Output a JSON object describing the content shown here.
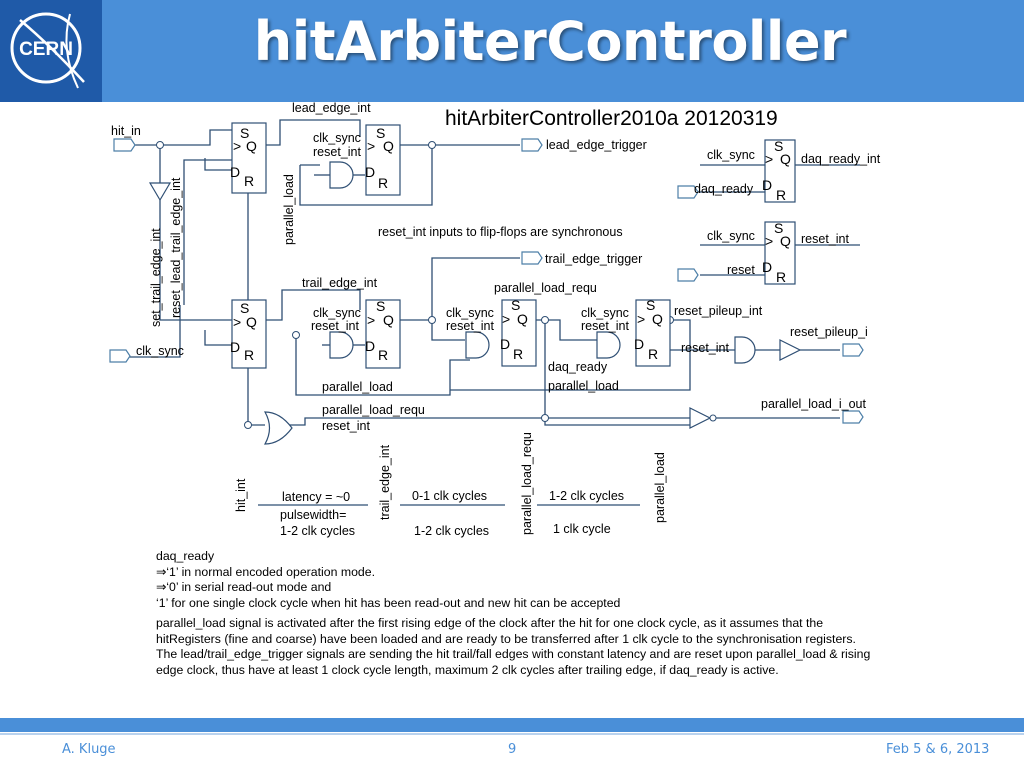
{
  "slide": {
    "title": "hitArbiterController",
    "logo_text": "CERN",
    "colors": {
      "header": "#4a8fd8",
      "logo": "#1f5aa8",
      "wire": "#2f4f74",
      "footer_text": "#4a8fd8"
    }
  },
  "diagram": {
    "heading": "hitArbiterController2010a 20120319",
    "ports": {
      "hit_in": "hit_in",
      "clk_sync": "clk_sync",
      "lead_edge_trigger": "lead_edge_trigger",
      "trail_edge_trigger": "trail_edge_trigger",
      "daq_ready_in": "daq_ready",
      "reset_in": "reset",
      "daq_ready_int": "daq_ready_int",
      "reset_int_out": "reset_int",
      "reset_pileup_i": "reset_pileup_i",
      "parallel_load_i_out": "parallel_load_i_out"
    },
    "flipflop_pins": {
      "s": "S",
      "q": "Q",
      "d": "D",
      "r": "R",
      "clk": ">"
    },
    "wire_labels": {
      "lead_edge_int": "lead_edge_int",
      "trail_edge_int": "trail_edge_int",
      "clk_sync": "clk_sync",
      "reset_int": "reset_int",
      "parallel_load": "parallel_load",
      "parallel_load_requ": "parallel_load_requ",
      "set_trail_edge_int": "set_trail_edge_int",
      "reset_lead_trail_edge_int": "reset_lead_trail_edge_int",
      "reset_pileup_int": "reset_pileup_int",
      "daq_ready": "daq_ready"
    },
    "note": "reset_int inputs to flip-flops are synchronous",
    "timing": {
      "hit_int": "hit_int",
      "latency": "latency = ~0",
      "pulsewidth_1": "pulsewidth=",
      "pulsewidth_2": "1-2 clk cycles",
      "trail_edge_int": "trail_edge_int",
      "cycles_0_1": "0-1 clk cycles",
      "cycles_1_2_a": "1-2 clk cycles",
      "parallel_load_requ": "parallel_load_requ",
      "cycles_1_2_b": "1-2 clk cycles",
      "cycle_1": "1 clk cycle",
      "parallel_load": "parallel_load"
    }
  },
  "notes": {
    "daq_title": "daq_ready",
    "daq_line1": "⇒‘1’ in normal encoded operation mode.",
    "daq_line2": "⇒‘0’ in serial read-out mode and",
    "daq_line3": "‘1’ for one single clock cycle when hit has been read-out and new hit can be accepted",
    "para1": "parallel_load signal is activated after the first rising edge of the clock after the hit for one clock cycle, as it assumes that the hitRegisters (fine and coarse) have been loaded and are ready to be transferred after 1 clk cycle to the synchronisation registers.",
    "para2": "The lead/trail_edge_trigger signals are sending the hit trail/fall edges with constant latency and are reset upon parallel_load & rising edge clock, thus have at least 1 clock cycle length, maximum 2 clk cycles after trailing edge, if daq_ready is active."
  },
  "footer": {
    "author": "A. Kluge",
    "page": "9",
    "date": "Feb 5 & 6, 2013"
  }
}
